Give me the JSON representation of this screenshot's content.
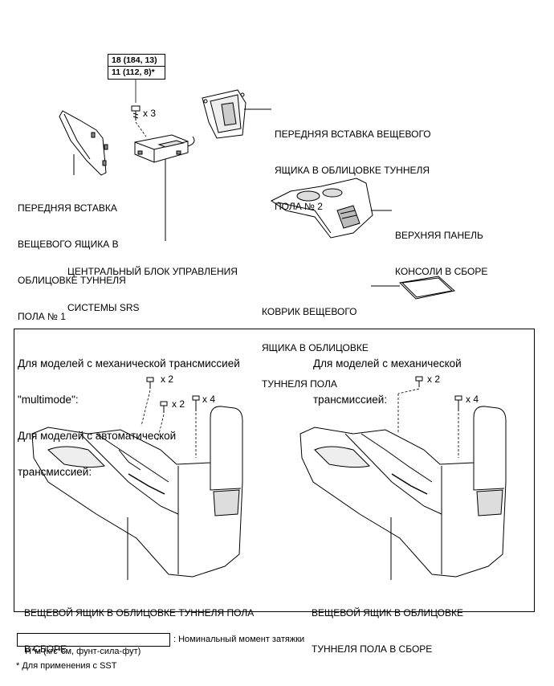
{
  "torque": {
    "line1": "18 (184, 13)",
    "line2": "11 (112, 8)*"
  },
  "labels": {
    "bolt_x3": "x 3",
    "front_insert_no2": [
      "ПЕРЕДНЯЯ ВСТАВКА ВЕЩЕВОГО",
      "ЯЩИКА В ОБЛИЦОВКЕ ТУННЕЛЯ",
      "ПОЛА № 2"
    ],
    "front_insert_no1": [
      "ПЕРЕДНЯЯ ВСТАВКА",
      "ВЕЩЕВОГО ЯЩИКА В",
      "ОБЛИЦОВКЕ ТУННЕЛЯ",
      "ПОЛА № 1"
    ],
    "upper_panel": [
      "ВЕРХНЯЯ ПАНЕЛЬ",
      "КОНСОЛИ В СБОРЕ"
    ],
    "srs_unit": [
      "ЦЕНТРАЛЬНЫЙ БЛОК УПРАВЛЕНИЯ",
      "СИСТЕМЫ SRS"
    ],
    "mat": [
      "КОВРИК ВЕЩЕВОГО",
      "ЯЩИКА В ОБЛИЦОВКЕ",
      "ТУННЕЛЯ ПОЛА"
    ]
  },
  "panel": {
    "left_heading": [
      "Для моделей с механической трансмиссией",
      "\"multimode\":",
      "Для моделей с автоматической",
      "трансмиссией:"
    ],
    "right_heading": [
      "Для моделей с механической",
      "трансмиссией:"
    ],
    "left_x2_top": "x 2",
    "left_x2_mid": "x 2",
    "left_x4": "x 4",
    "right_x2": "x 2",
    "right_x4": "x 4",
    "left_caption": [
      "ВЕЩЕВОЙ ЯЩИК В ОБЛИЦОВКЕ ТУННЕЛЯ ПОЛА",
      "В СБОРЕ"
    ],
    "right_caption": [
      "ВЕЩЕВОЙ ЯЩИК В ОБЛИЦОВКЕ",
      "ТУННЕЛЯ ПОЛА В СБОРЕ"
    ]
  },
  "legend": {
    "box_text": "Н*м (кгс*см, фунт-сила-фут)",
    "desc": ": Номинальный момент затяжки"
  },
  "footnote": "* Для применения с SST"
}
